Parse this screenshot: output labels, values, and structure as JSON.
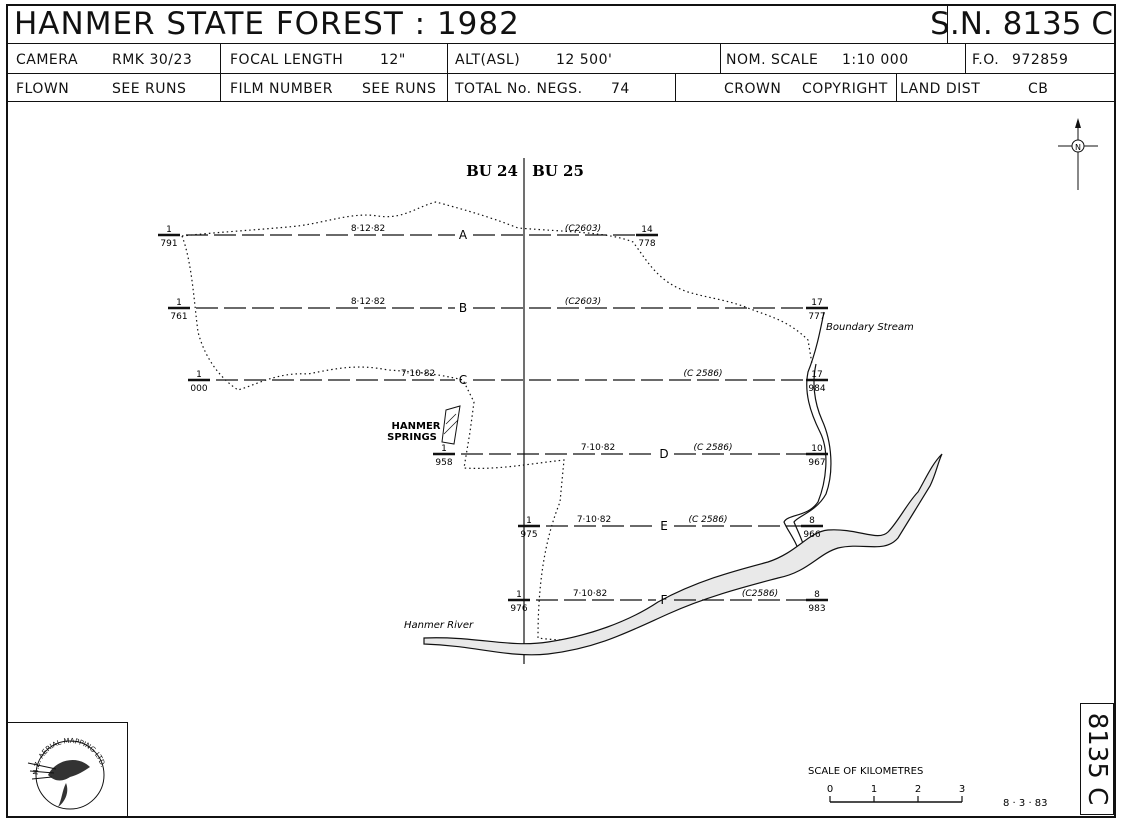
{
  "header": {
    "title": "HANMER  STATE  FOREST  :  1982",
    "sheet_id": "S.N. 8135 C"
  },
  "info_row1": {
    "camera_label": "CAMERA",
    "camera_value": "RMK 30/23",
    "focal_label": "FOCAL LENGTH",
    "focal_value": "12\"",
    "alt_label": "ALT(ASL)",
    "alt_value": "12 500'",
    "scale_label": "NOM. SCALE",
    "scale_value": "1:10 000",
    "fo_label": "F.O.",
    "fo_value": "972859"
  },
  "info_row2": {
    "flown_label": "FLOWN",
    "flown_value": "SEE RUNS",
    "film_label": "FILM NUMBER",
    "film_value": "SEE RUNS",
    "negs_label": "TOTAL No. NEGS.",
    "negs_value": "74",
    "crown_label": "CROWN",
    "copyright_label": "COPYRIGHT",
    "land_label": "LAND DIST",
    "land_value": "CB"
  },
  "map": {
    "bu_left": "BU 24",
    "bu_right": "BU 25",
    "north_symbol": "N",
    "runs": [
      {
        "letter": "A",
        "start_frame": "1",
        "start_neg": "791",
        "end_frame": "14",
        "end_neg": "778",
        "date": "8·12·82",
        "film": "(C2603)"
      },
      {
        "letter": "B",
        "start_frame": "1",
        "start_neg": "761",
        "end_frame": "17",
        "end_neg": "777",
        "date": "8·12·82",
        "film": "(C2603)"
      },
      {
        "letter": "C",
        "start_frame": "1",
        "start_neg": "000",
        "end_frame": "17",
        "end_neg": "984",
        "date": "7·10·82",
        "film": "(C 2586)"
      },
      {
        "letter": "D",
        "start_frame": "1",
        "start_neg": "958",
        "end_frame": "10",
        "end_neg": "967",
        "date": "7·10·82",
        "film": "(C 2586)"
      },
      {
        "letter": "E",
        "start_frame": "1",
        "start_neg": "975",
        "end_frame": "8",
        "end_neg": "966",
        "date": "7·10·82",
        "film": "(C 2586)"
      },
      {
        "letter": "F",
        "start_frame": "1",
        "start_neg": "976",
        "end_frame": "8",
        "end_neg": "983",
        "date": "7·10·82",
        "film": "(C2586)"
      }
    ],
    "town_line1": "HANMER",
    "town_line2": "SPRINGS",
    "stream_label": "Boundary Stream",
    "river_label": "Hanmer River"
  },
  "scale_bar": {
    "title": "SCALE   OF   KILOMETRES",
    "ticks": [
      "0",
      "1",
      "2",
      "3"
    ]
  },
  "date_stamp": "8 · 3 · 83",
  "side_label": "8135 C",
  "logo_text": "N.Z. AERIAL MAPPING LTD."
}
